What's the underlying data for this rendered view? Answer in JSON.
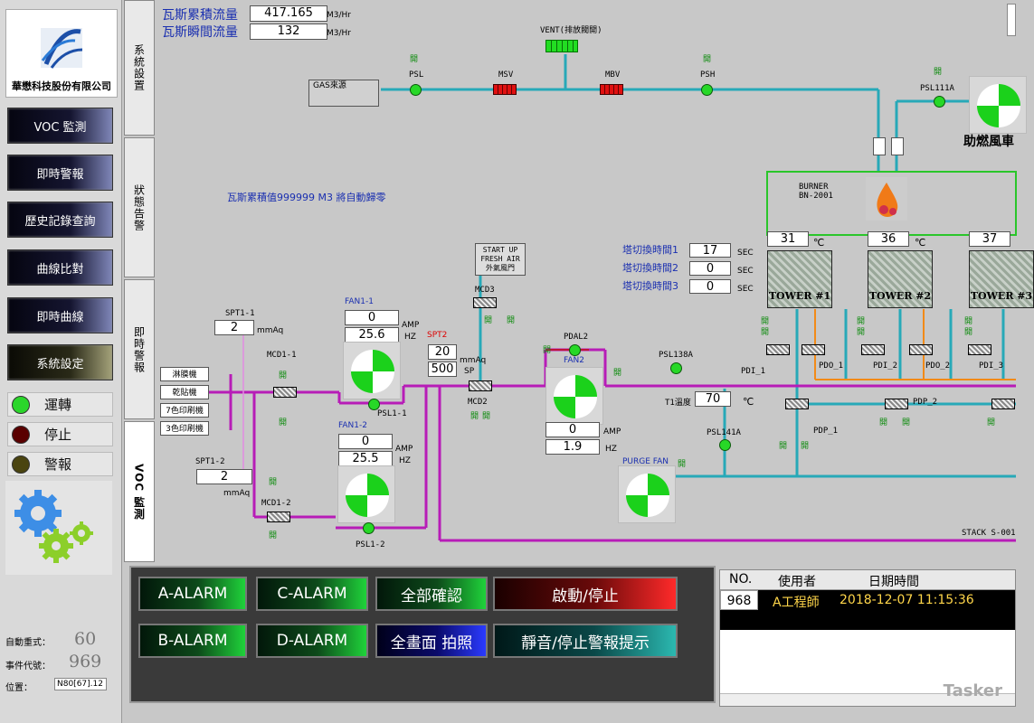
{
  "sidebar": {
    "company": "華懋科技股份有限公司",
    "nav": [
      "VOC 監測",
      "即時警報",
      "歷史記錄查詢",
      "曲線比對",
      "即時曲線",
      "系統設定"
    ],
    "status": [
      {
        "label": "運轉",
        "color": "#2bd62b"
      },
      {
        "label": "停止",
        "color": "#5a0000"
      },
      {
        "label": "警報",
        "color": "#4a4410"
      }
    ],
    "auto_reset_label": "自動重式：",
    "auto_reset_value": "60",
    "event_code_label": "事件代號：",
    "event_code_value": "969",
    "position_label": "位置：",
    "position_value": "N80[67].12"
  },
  "tabs": [
    "系統設置",
    "狀態告警",
    "即時警報",
    "VOC 監測"
  ],
  "gas": {
    "total_label": "瓦斯累積流量",
    "total_value": "417.165",
    "instant_label": "瓦斯瞬間流量",
    "instant_value": "132",
    "unit": "M3/Hr",
    "note": "瓦斯累積值999999 M3 將自動歸零",
    "source": "GAS來源"
  },
  "labels": {
    "vent": "VENT(排放閥開)",
    "psl": "PSL",
    "msv": "MSV",
    "mbv": "MBV",
    "psh": "PSH",
    "open": "開",
    "psl111a": "PSL111A",
    "combustion_fan": "助燃風車",
    "burner": "BURNER",
    "burner_id": "BN-2001",
    "startup1": "START UP",
    "startup2": "FRESH AIR",
    "startup3": "外氣風門",
    "mcd3": "MCD3",
    "spt1_1": "SPT1-1",
    "spt1_2": "SPT1-2",
    "mmaq": "mmAq",
    "mcd1_1": "MCD1-1",
    "mcd1_2": "MCD1-2",
    "mcd2": "MCD2",
    "fan1_1": "FAN1-1",
    "fan1_2": "FAN1-2",
    "fan2": "FAN2",
    "spt2": "SPT2",
    "amp": "AMP",
    "hz": "HZ",
    "sp": "SP",
    "psl1_1": "PSL1-1",
    "psl1_2": "PSL1-2",
    "pdal2": "PDAL2",
    "psl138a": "PSL138A",
    "psl141a": "PSL141A",
    "purge_fan": "PURGE FAN",
    "t1_label": "T1溫度",
    "deg": "℃",
    "pdi_1": "PDI_1",
    "pdo_1": "PDO_1",
    "pdi_2": "PDI_2",
    "pdo_2": "PDO_2",
    "pdi_3": "PDI_3",
    "pdp_1": "PDP_1",
    "pdp_2": "PDP_2",
    "stack": "STACK S-001",
    "machines": [
      "淋膜機",
      "乾貼機",
      "7色印刷機",
      "3色印刷機"
    ],
    "sec": "SEC"
  },
  "values": {
    "spt1_1": "2",
    "spt1_2": "2",
    "fan1_1_amp": "0",
    "fan1_1_hz": "25.6",
    "fan1_2_amp": "0",
    "fan1_2_hz": "25.5",
    "spt2_a": "20",
    "spt2_b": "500",
    "fan2_amp": "0",
    "fan2_hz": "1.9",
    "t1": "70",
    "switch": [
      {
        "label": "塔切換時間1",
        "value": "17"
      },
      {
        "label": "塔切換時間2",
        "value": "0"
      },
      {
        "label": "塔切換時間3",
        "value": "0"
      }
    ],
    "towers": [
      {
        "name": "TOWER #1",
        "temp": "31"
      },
      {
        "name": "TOWER #2",
        "temp": "36"
      },
      {
        "name": "TOWER #3",
        "temp": "37"
      }
    ]
  },
  "alarm_buttons": {
    "a": "A-ALARM",
    "c": "C-ALARM",
    "confirm_all": "全部確認",
    "start_stop": "啟動/停止",
    "b": "B-ALARM",
    "d": "D-ALARM",
    "snapshot": "全畫面 拍照",
    "mute": "靜音/停止警報提示"
  },
  "log": {
    "headers": [
      "NO.",
      "使用者",
      "日期時間"
    ],
    "rows": [
      {
        "no": "968",
        "user": "A工程師",
        "time": "2018-12-07 11:15:36"
      }
    ]
  },
  "watermark": "Tasker"
}
